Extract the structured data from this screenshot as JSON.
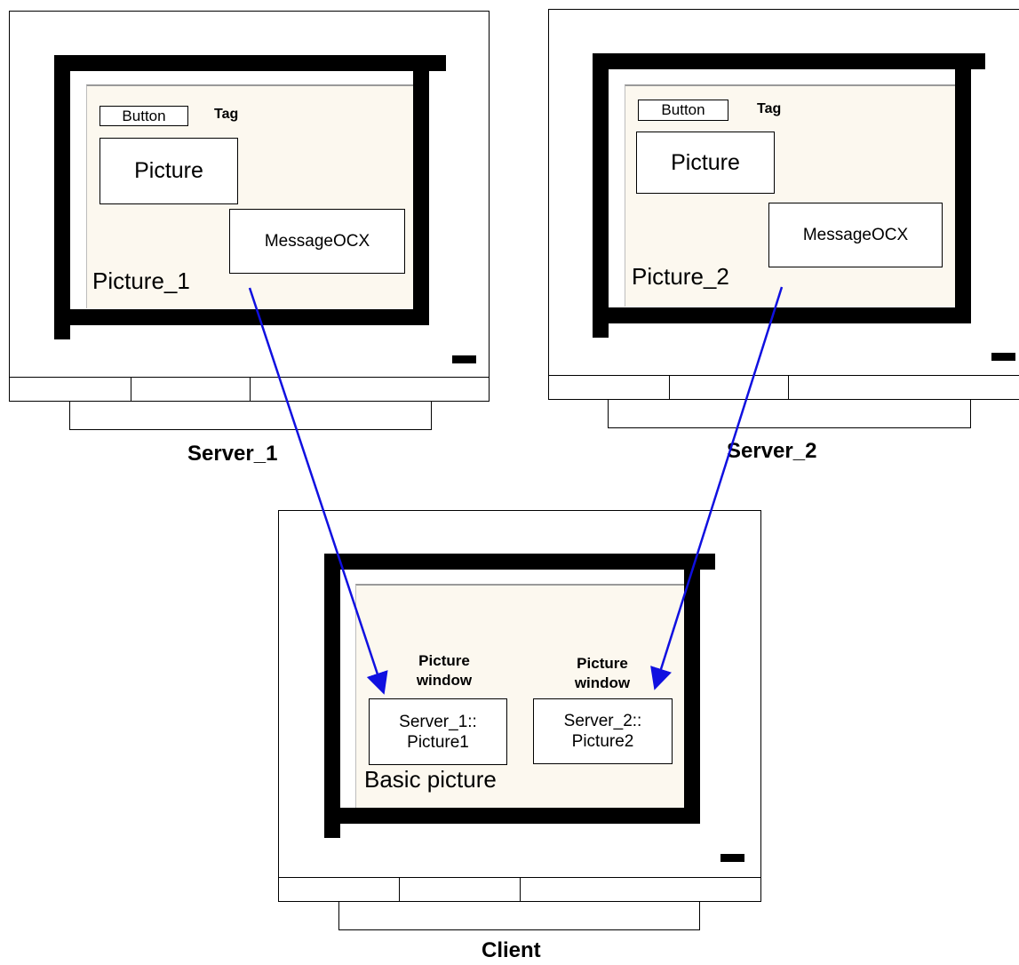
{
  "server1": {
    "label": "Server_1",
    "button": "Button",
    "tag": "Tag",
    "picture": "Picture",
    "message_ocx": "MessageOCX",
    "picture_name": "Picture_1"
  },
  "server2": {
    "label": "Server_2",
    "button": "Button",
    "tag": "Tag",
    "picture": "Picture",
    "message_ocx": "MessageOCX",
    "picture_name": "Picture_2"
  },
  "client": {
    "label": "Client",
    "window1_title": "Picture\nwindow",
    "window1_content": "Server_1::\nPicture1",
    "window2_title": "Picture\nwindow",
    "window2_content": "Server_2::\nPicture2",
    "basic_picture": "Basic picture"
  },
  "colors": {
    "arrow": "#1010e0",
    "screen_background": "#fcf8ef"
  }
}
